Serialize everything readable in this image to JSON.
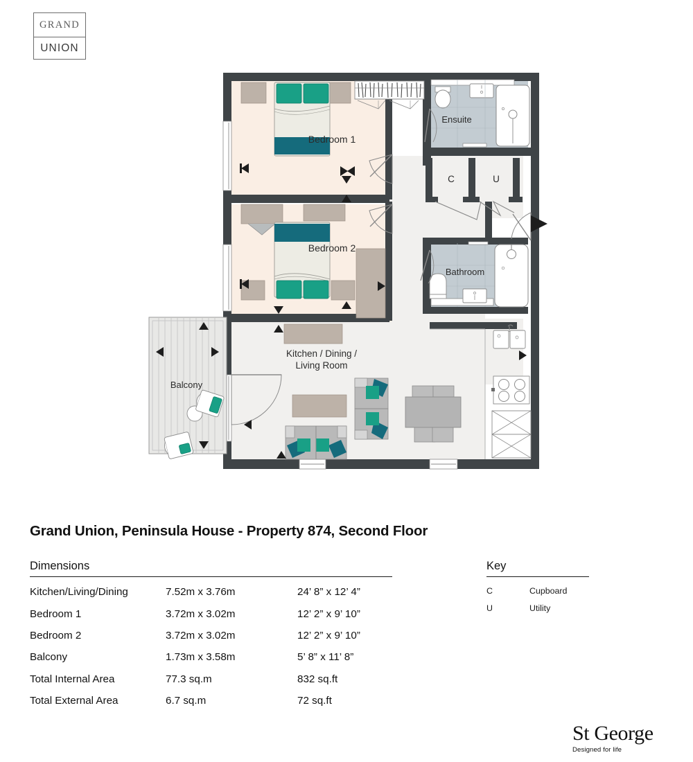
{
  "brand": {
    "line1": "GRAND",
    "line2": "UNION"
  },
  "plan": {
    "title": "Grand Union, Peninsula House - Property 874, Second Floor",
    "rooms": [
      {
        "name": "bedroom-1",
        "label": "Bedroom 1"
      },
      {
        "name": "bedroom-2",
        "label": "Bedroom 2"
      },
      {
        "name": "ensuite",
        "label": "Ensuite"
      },
      {
        "name": "bathroom",
        "label": "Bathroom"
      },
      {
        "name": "kitchen-living",
        "label_line1": "Kitchen / Dining /",
        "label_line2": "Living Room"
      },
      {
        "name": "balcony",
        "label": "Balcony"
      },
      {
        "name": "cupboard",
        "label": "C"
      },
      {
        "name": "utility",
        "label": "U"
      }
    ],
    "colors": {
      "wall": "#3f4447",
      "bedroom_floor": "#faeee4",
      "living_floor": "#f1f0ee",
      "wet_floor": "#c3ccd2",
      "furniture_grey": "#b9b9b9",
      "furniture_beige": "#bdb2a8",
      "accent_teal": "#19a086",
      "accent_teal_dark": "#156b7c"
    }
  },
  "dimensions": {
    "heading": "Dimensions",
    "rows": [
      {
        "room": "Kitchen/Living/Dining",
        "metric": "7.52m x 3.76m",
        "imperial": "24’ 8” x 12’ 4”"
      },
      {
        "room": "Bedroom 1",
        "metric": "3.72m x 3.02m",
        "imperial": "12’ 2” x 9’ 10”"
      },
      {
        "room": "Bedroom 2",
        "metric": "3.72m x 3.02m",
        "imperial": "12’ 2” x 9’ 10”"
      },
      {
        "room": "Balcony",
        "metric": "1.73m x 3.58m",
        "imperial": "5’ 8” x 11’ 8”"
      },
      {
        "room": "Total Internal Area",
        "metric": "77.3 sq.m",
        "imperial": "832 sq.ft"
      },
      {
        "room": "Total External Area",
        "metric": "6.7 sq.m",
        "imperial": "72 sq.ft"
      }
    ]
  },
  "key": {
    "heading": "Key",
    "rows": [
      {
        "symbol": "C",
        "meaning": "Cupboard"
      },
      {
        "symbol": "U",
        "meaning": "Utility"
      }
    ]
  },
  "developer": {
    "name": "St George",
    "tagline": "Designed for life"
  }
}
